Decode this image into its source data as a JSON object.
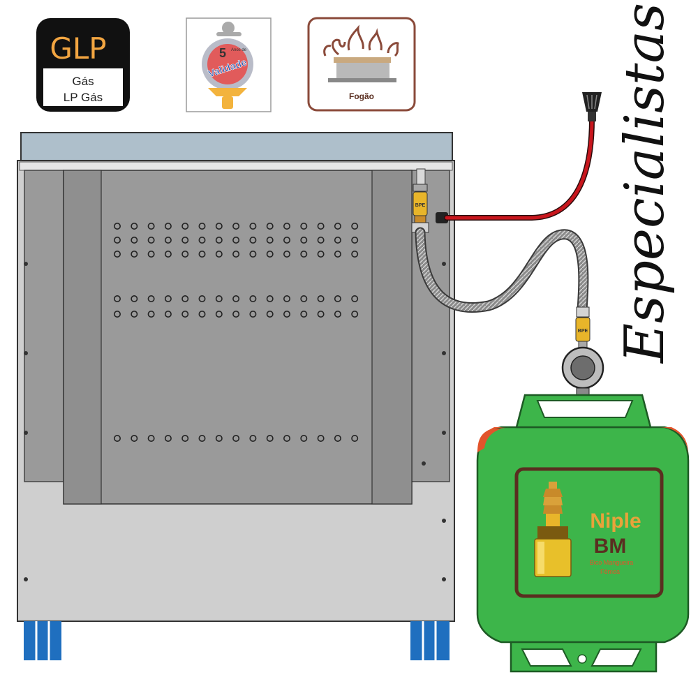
{
  "badges": {
    "glp": {
      "title": "GLP",
      "line1": "Gás",
      "line2": "LP Gás"
    },
    "validade": {
      "top": "5",
      "small": "Anos de",
      "label": "Validade"
    },
    "fogao": {
      "label": "Fogão"
    }
  },
  "side_text": "Especialistas",
  "connector_marks": [
    "BPE",
    "BPE"
  ],
  "cylinder": {
    "title1": "Niple",
    "title2": "BM",
    "desc1": "Bico Mangueira",
    "desc2": "Fêmea"
  },
  "colors": {
    "cylinder": "#3db54a",
    "cylinder_accent": "#e2542b",
    "label_border": "#5a2e20",
    "hose": "#c8161d",
    "brass": "#e8b52a",
    "feet": "#1f6fbf",
    "stove_panel": "#9a9a9a",
    "stove_top": "#aebfcb"
  }
}
